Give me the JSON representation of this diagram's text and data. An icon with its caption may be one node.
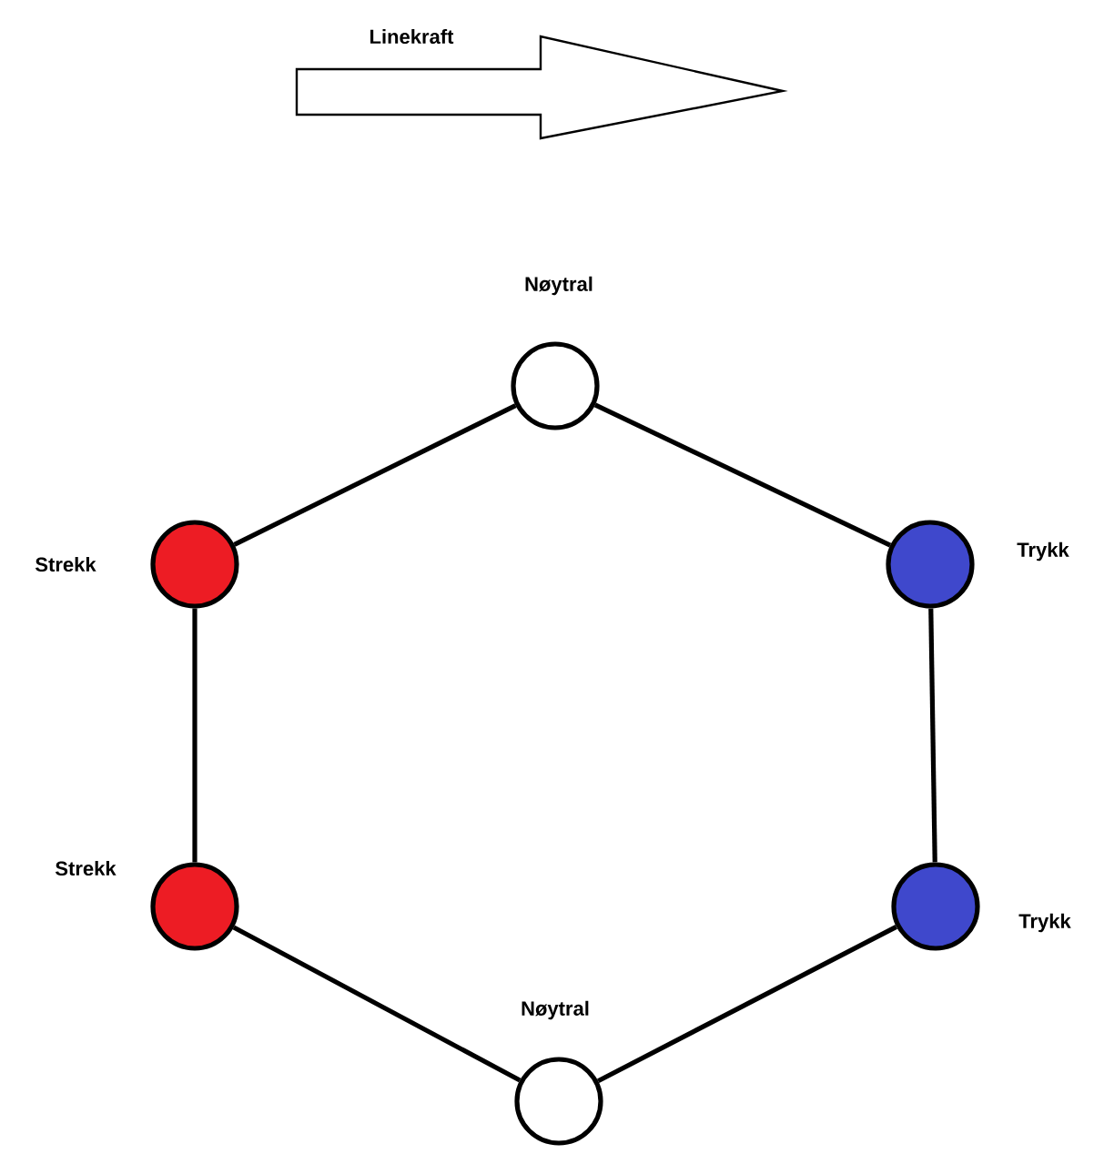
{
  "diagram": {
    "nodes": [
      {
        "text": [],
        "shape": "circle",
        "beside": [
          "Nøytral"
        ]
      },
      {
        "text": [],
        "shape": "circle",
        "beside": [
          "Strekk"
        ]
      },
      {
        "text": [],
        "shape": "circle",
        "beside": [
          "Trykk"
        ]
      },
      {
        "text": [],
        "shape": "circle",
        "beside": [
          "Strekk"
        ]
      },
      {
        "text": [],
        "shape": "circle",
        "beside": [
          "Trykk"
        ]
      },
      {
        "text": [],
        "shape": "circle",
        "beside": [
          "Nøytral"
        ]
      }
    ],
    "edges": [
      {
        "from": 0,
        "to": 2,
        "arrow": "none"
      },
      {
        "from": 2,
        "to": 4,
        "arrow": "none"
      },
      {
        "from": 4,
        "to": 5,
        "arrow": "none"
      },
      {
        "from": 5,
        "to": 3,
        "arrow": "none"
      },
      {
        "from": 3,
        "to": 1,
        "arrow": "none"
      },
      {
        "from": 1,
        "to": 0,
        "arrow": "none"
      }
    ],
    "labels": [
      "Linekraft"
    ]
  }
}
